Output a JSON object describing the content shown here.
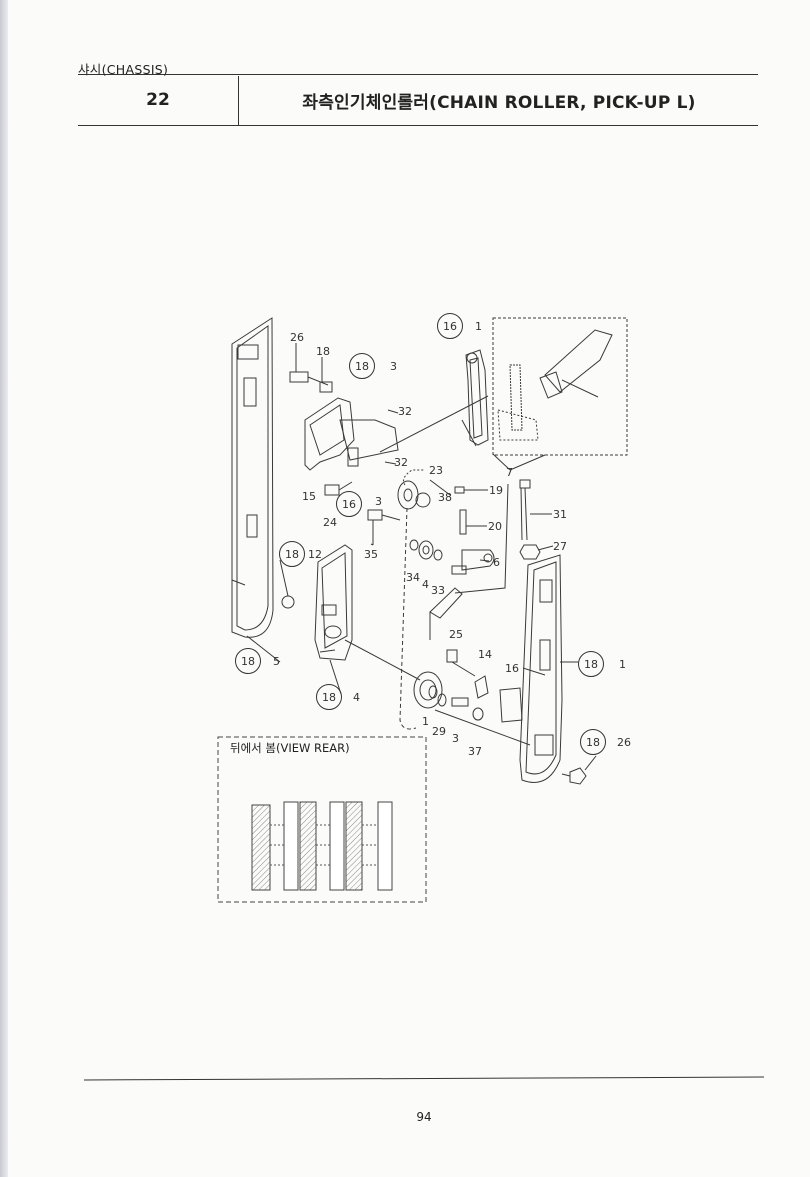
{
  "header": {
    "section_label": "샤시(CHASSIS)",
    "page_number": "22",
    "page_title": "좌측인기체인롤러(CHAIN ROLLER, PICK-UP L)"
  },
  "diagram": {
    "parts": {
      "p26a": "26",
      "p18a": "18",
      "g18_3_num": "18",
      "g18_3_suf": "3",
      "g16_1_num": "16",
      "g16_1_suf": "1",
      "p32a": "32",
      "p32b": "32",
      "p23": "23",
      "p7": "7",
      "p38": "38",
      "p19": "19",
      "p15": "15",
      "g16_3_num": "16",
      "g16_3_suf": "3",
      "p24": "24",
      "p20": "20",
      "p31": "31",
      "p35": "35",
      "g18_12_num": "18",
      "g18_12_suf": "12",
      "p27": "27",
      "p6": "6",
      "p34": "34",
      "p4": "4",
      "p33": "33",
      "g18_5_num": "18",
      "g18_5_suf": "5",
      "p25": "25",
      "p14": "14",
      "p16": "16",
      "g18_1_num": "18",
      "g18_1_suf": "1",
      "g18_4_num": "18",
      "g18_4_suf": "4",
      "p1": "1",
      "p29": "29",
      "p3": "3",
      "p37": "37",
      "g18_26_num": "18",
      "g18_26_suf": "26"
    },
    "inset_label": "뒤에서 봄(VIEW REAR)"
  },
  "footer": {
    "page_number": "94"
  }
}
